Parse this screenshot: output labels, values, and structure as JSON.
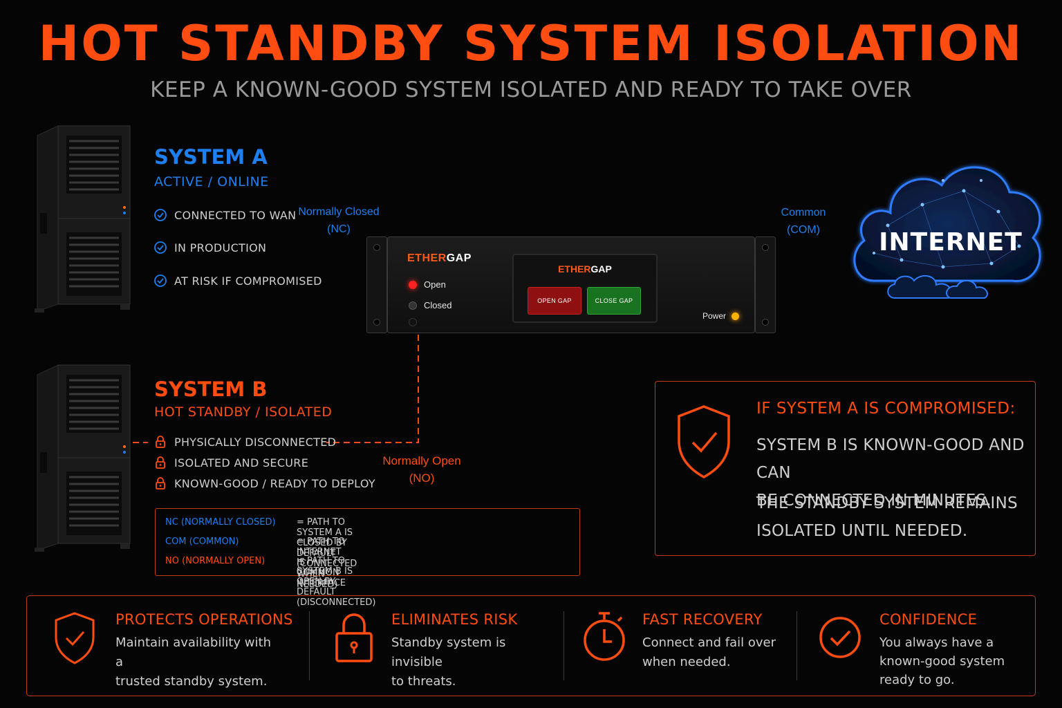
{
  "header": {
    "title": "HOT STANDBY SYSTEM ISOLATION",
    "subtitle": "KEEP A KNOWN-GOOD SYSTEM ISOLATED AND READY TO TAKE OVER"
  },
  "system_a": {
    "title": "SYSTEM A",
    "status": "ACTIVE / ONLINE",
    "features": [
      "CONNECTED TO WAN",
      "IN PRODUCTION",
      "AT RISK IF COMPROMISED"
    ],
    "color": "#1e7ff0"
  },
  "system_b": {
    "title": "SYSTEM B",
    "status": "HOT STANDBY / ISOLATED",
    "features": [
      "PHYSICALLY DISCONNECTED",
      "ISOLATED AND SECURE",
      "KNOWN-GOOD / READY TO DEPLOY"
    ],
    "color": "#ff4d12"
  },
  "connections": {
    "nc_line1": "Normally Closed",
    "nc_line2": "(NC)",
    "com_line1": "Common",
    "com_line2": "(COM)",
    "no_line1": "Normally Open",
    "no_line2": "(NO)"
  },
  "device": {
    "brand_ether": "ETHER",
    "brand_gap": "GAP",
    "led_open": "Open",
    "led_closed": "Closed",
    "screen_brand_ether": "ETHER",
    "screen_brand_gap": "GAP",
    "open_gap_button": "OPEN GAP",
    "close_gap_button": "CLOSE GAP",
    "power_label": "Power"
  },
  "internet": {
    "label": "INTERNET"
  },
  "legend": [
    {
      "key": "NC (NORMALLY CLOSED)",
      "desc": "=  PATH TO SYSTEM A IS CLOSED BY DEFAULT (CONNECTED WHEN NEEDED)",
      "color": "#1e7ff0"
    },
    {
      "key": "COM (COMMON)",
      "desc": "=  PATH TO INTERNET IS COMMON INTERFACE",
      "color": "#1e7ff0"
    },
    {
      "key": "NO (NORMALLY OPEN)",
      "desc": "=  PATH TO SYSTEM B IS OPEN BY DEFAULT (DISCONNECTED)",
      "color": "#ff4d12"
    }
  ],
  "compromised": {
    "title": "IF SYSTEM A IS COMPROMISED:",
    "text1_line1": "SYSTEM B IS KNOWN-GOOD AND CAN",
    "text1_line2": "BE CONNECTED IN MINUTES.",
    "text2_line1": "THE STANDBY SYSTEM REMAINS",
    "text2_line2": "ISOLATED UNTIL NEEDED."
  },
  "benefits": [
    {
      "title": "PROTECTS OPERATIONS",
      "line1": "Maintain availability with a",
      "line2": "trusted standby system.",
      "line3": "",
      "icon": "shield-check-icon"
    },
    {
      "title": "ELIMINATES RISK",
      "line1": "Standby system is invisible",
      "line2": "to threats.",
      "line3": "",
      "icon": "padlock-icon"
    },
    {
      "title": "FAST RECOVERY",
      "line1": "Connect and fail over",
      "line2": "when needed.",
      "line3": "",
      "icon": "stopwatch-icon"
    },
    {
      "title": "CONFIDENCE",
      "line1": "You always have a",
      "line2": "known-good system",
      "line3": "ready to go.",
      "icon": "check-circle-icon"
    }
  ],
  "colors": {
    "accent_orange": "#ff4d12",
    "accent_blue": "#1e7ff0",
    "background": "#050505"
  }
}
